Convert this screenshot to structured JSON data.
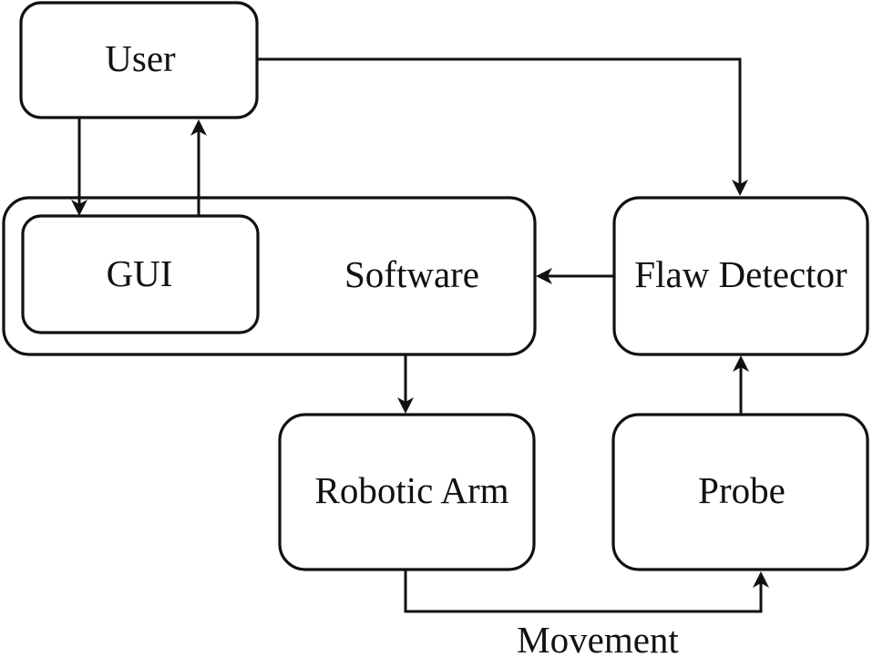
{
  "diagram": {
    "type": "block-diagram",
    "nodes": {
      "user": {
        "label": "User"
      },
      "software": {
        "label": "Software"
      },
      "gui": {
        "label": "GUI"
      },
      "flaw_detector": {
        "label": "Flaw Detector"
      },
      "robotic_arm": {
        "label": "Robotic Arm"
      },
      "probe": {
        "label": "Probe"
      }
    },
    "edges": [
      {
        "from": "user",
        "to": "gui",
        "label": ""
      },
      {
        "from": "gui",
        "to": "user",
        "label": ""
      },
      {
        "from": "user",
        "to": "flaw_detector",
        "label": ""
      },
      {
        "from": "flaw_detector",
        "to": "software",
        "label": ""
      },
      {
        "from": "software",
        "to": "robotic_arm",
        "label": ""
      },
      {
        "from": "probe",
        "to": "flaw_detector",
        "label": ""
      },
      {
        "from": "robotic_arm",
        "to": "probe",
        "label": "Movement"
      }
    ],
    "containment": [
      {
        "parent": "software",
        "child": "gui"
      }
    ],
    "colors": {
      "stroke": "#111111",
      "text": "#111111",
      "background": "#ffffff"
    }
  }
}
